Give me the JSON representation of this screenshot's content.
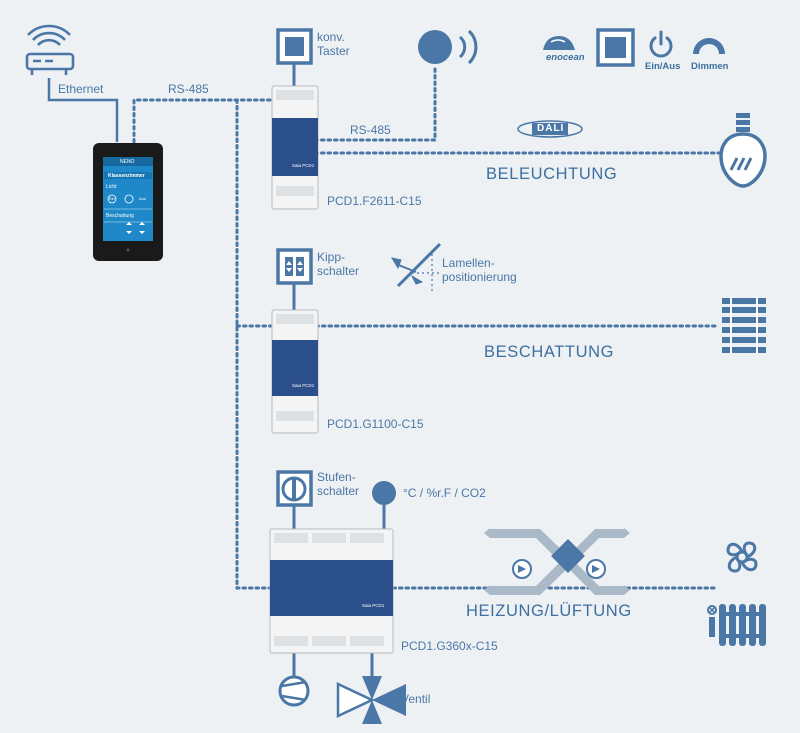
{
  "labels": {
    "ethernet": "Ethernet",
    "rs485_top": "RS-485",
    "rs485_mid": "RS-485",
    "konv_taster": "konv.\nTaster",
    "enocean": "enocean",
    "ein_aus": "Ein/Aus",
    "dimmen": "Dimmen",
    "dali": "DALI",
    "beleuchtung": "BELEUCHTUNG",
    "pcd1_f2611": "PCD1.F2611-C15",
    "kippschalter": "Kipp-\nschalter",
    "lamellen": "Lamellen-\npositionierung",
    "beschattung": "BESCHATTUNG",
    "pcd1_g1100": "PCD1.G1100-C15",
    "stufenschalter": "Stufen-\nschalter",
    "sensor": "°C / %r.F / CO2",
    "heizung": "HEIZUNG/LÜFTUNG",
    "pcd1_g360x": "PCD1.G360x-C15",
    "ventil": "Ventil"
  },
  "panel": {
    "header": "NENO",
    "room": "Klassenzimmer",
    "licht": "Licht",
    "ein": "Ein",
    "aus": "Aus",
    "beschattung": "Beschattung"
  },
  "device": {
    "brand": "Saia PCD1"
  },
  "colors": {
    "primary": "#4a77a6",
    "background": "#eef1f4",
    "device_blue": "#2a4f8a",
    "panel_screen": "#1e88c8"
  },
  "icons": [
    "router-icon",
    "touch-panel",
    "button-icon",
    "sensor-icon",
    "enocean-logo",
    "power-icon",
    "dimmer-icon",
    "dali-logo",
    "bulb-icon",
    "rocker-switch-icon",
    "slat-angle-icon",
    "blinds-icon",
    "step-switch-icon",
    "temperature-sensor-icon",
    "heat-exchanger-icon",
    "fan-icon",
    "radiator-icon",
    "pump-icon",
    "valve-icon"
  ]
}
